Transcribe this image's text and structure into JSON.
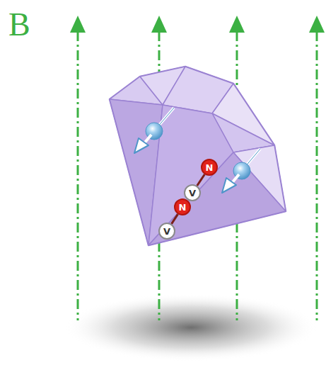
{
  "diagram": {
    "nodes": [
      {
        "text": [
          "N"
        ]
      },
      {
        "text": [
          "V"
        ]
      },
      {
        "text": [
          "N"
        ]
      },
      {
        "text": [
          "V"
        ]
      }
    ],
    "edges": [
      {
        "from": 0,
        "to": 1,
        "arrow": "none"
      },
      {
        "from": 2,
        "to": 3,
        "arrow": "none"
      }
    ],
    "labels": [
      "B"
    ]
  }
}
